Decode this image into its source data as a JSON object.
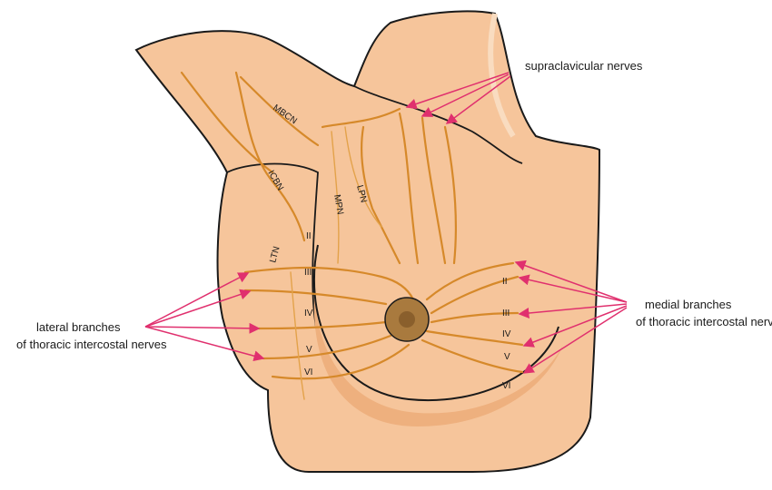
{
  "labels": {
    "supraclavicular": "supraclavicular nerves",
    "mbcn": "MBCN",
    "icbn": "ICBN",
    "ltn": "LTN",
    "mpn": "MPN",
    "lpn": "LPN",
    "lateral_line1": "lateral branches",
    "lateral_line2": "of  thoracic intercostal nerves",
    "medial_line1": "medial branches",
    "medial_line2": "of thoracic intercostal nerves"
  },
  "left_numerals": [
    "II",
    "III",
    "IV",
    "V",
    "VI"
  ],
  "right_numerals": [
    "II",
    "III",
    "IV",
    "V",
    "VI"
  ],
  "colors": {
    "skin": "#f6c59b",
    "skin_shadow": "#eeb07e",
    "nerve": "#d6892a",
    "arrow": "#e0306e",
    "areola": "#a97a3e"
  }
}
